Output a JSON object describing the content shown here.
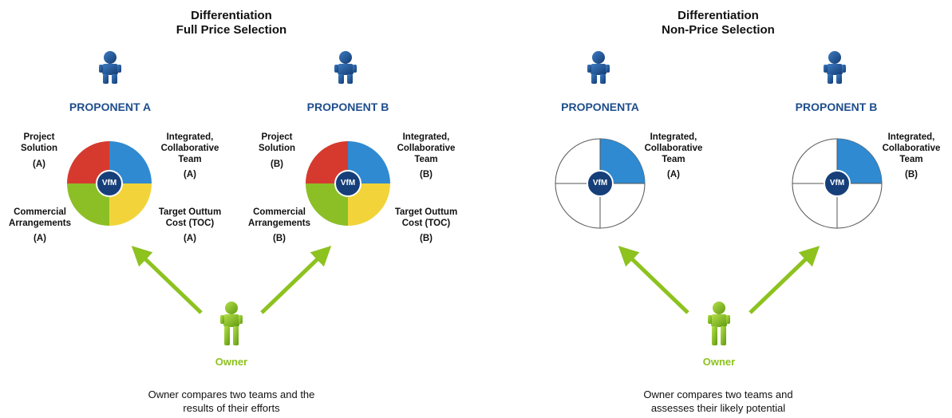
{
  "left_panel": {
    "title_line1": "Differentiation",
    "title_line2": "Full Price Selection",
    "proponent_a": {
      "name": "PROPONENT A",
      "center_label": "VfM",
      "segments": [
        {
          "label": "Project\nSolution",
          "tag": "(A)",
          "color": "#d63a2f"
        },
        {
          "label": "Integrated,\nCollaborative\nTeam",
          "tag": "(A)",
          "color": "#2f8ad1"
        },
        {
          "label": "Commercial\nArrangements",
          "tag": "(A)",
          "color": "#8cbf26"
        },
        {
          "label": "Target Outtum\nCost (TOC)",
          "tag": "(A)",
          "color": "#f2d43a"
        }
      ]
    },
    "proponent_b": {
      "name": "PROPONENT B",
      "center_label": "VfM",
      "segments": [
        {
          "label": "Project\nSolution",
          "tag": "(B)",
          "color": "#d63a2f"
        },
        {
          "label": "Integrated,\nCollaborative\nTeam",
          "tag": "(B)",
          "color": "#2f8ad1"
        },
        {
          "label": "Commercial\nArrangements",
          "tag": "(B)",
          "color": "#8cbf26"
        },
        {
          "label": "Target Outtum\nCost (TOC)",
          "tag": "(B)",
          "color": "#f2d43a"
        }
      ]
    },
    "owner_label": "Owner",
    "caption": "Owner compares two teams and the\nresults of their efforts"
  },
  "right_panel": {
    "title_line1": "Differentiation",
    "title_line2": "Non-Price Selection",
    "proponent_a": {
      "name": "PROPONENTA",
      "center_label": "VfM",
      "team_label": "Integrated,\nCollaborative\nTeam",
      "team_tag": "(A)"
    },
    "proponent_b": {
      "name": "PROPONENT B",
      "center_label": "VfM",
      "team_label": "Integrated,\nCollaborative\nTeam",
      "team_tag": "(B)"
    },
    "owner_label": "Owner",
    "caption": "Owner compares two teams and\nassesses their likely potential"
  },
  "colors": {
    "proponent_text": "#1f4e8c",
    "owner_green": "#8dc21f",
    "figure_blue": "#1d4f8f",
    "center_navy": "#163f7a",
    "arrow_green": "#8dc21f"
  }
}
